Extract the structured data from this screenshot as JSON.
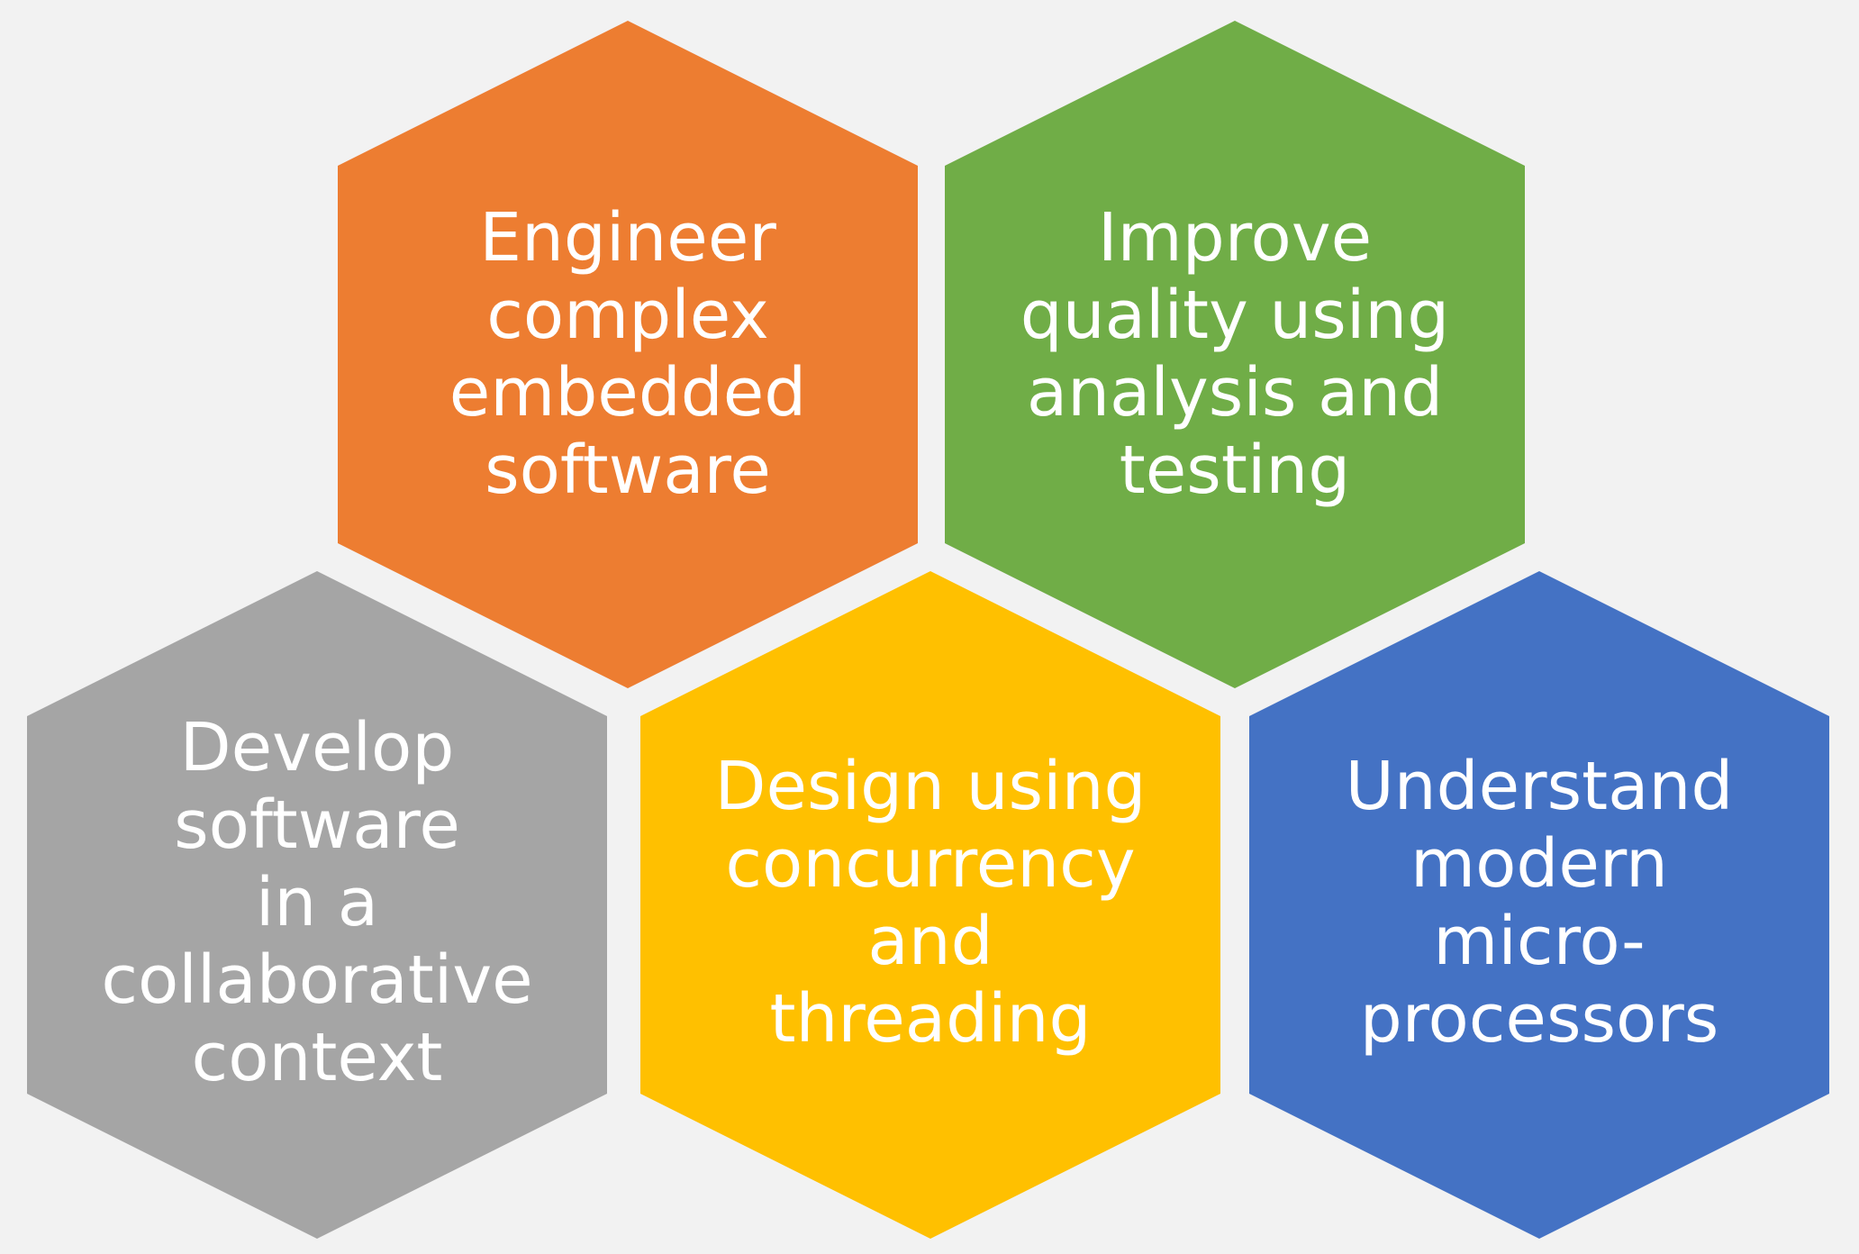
{
  "hexagons": [
    {
      "label": "Engineer\ncomplex\nembedded\nsoftware",
      "color": "#ed7d31"
    },
    {
      "label": "Improve\nquality using\nanalysis and\ntesting",
      "color": "#70ad47"
    },
    {
      "label": "Develop\nsoftware\nin a\ncollaborative\ncontext",
      "color": "#a5a5a5"
    },
    {
      "label": "Design using\nconcurrency\nand\nthreading",
      "color": "#ffc000"
    },
    {
      "label": "Understand\nmodern\nmicro-\nprocessors",
      "color": "#4472c4"
    }
  ]
}
